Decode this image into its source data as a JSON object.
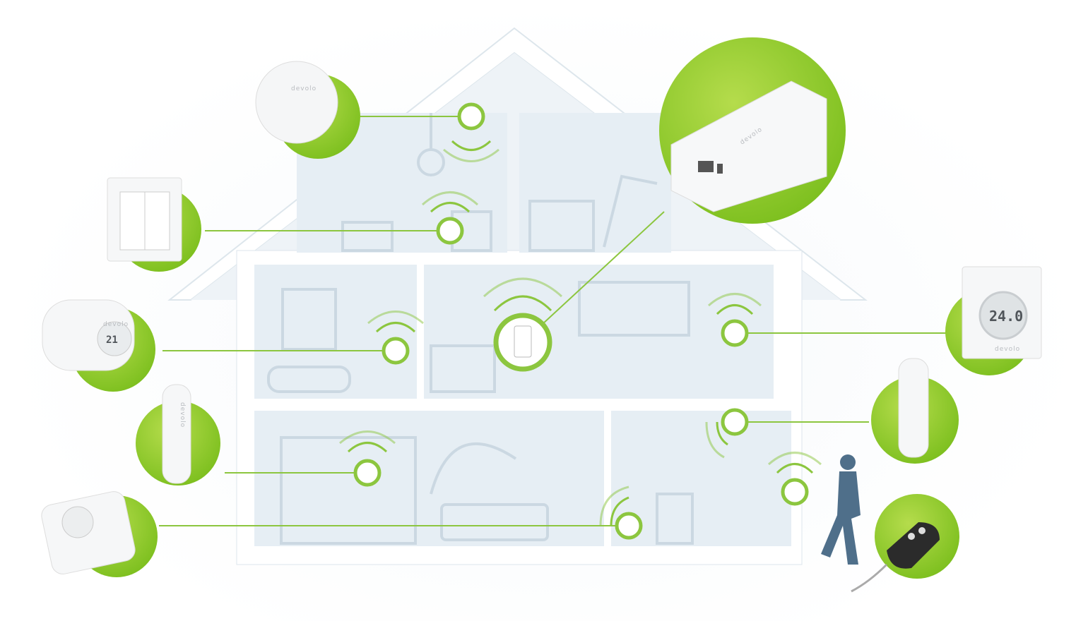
{
  "colors": {
    "accent": "#8cc63f",
    "accent_dark": "#6fa82a",
    "house_wall": "#ffffff",
    "house_fill": "#e4edf3",
    "furniture": "#cfdbe4"
  },
  "devices": [
    {
      "id": "smoke-detector",
      "icon": "smoke-detector-icon",
      "brand": "devolo"
    },
    {
      "id": "wall-switch",
      "icon": "wall-switch-icon"
    },
    {
      "id": "radiator-thermostat",
      "icon": "radiator-thermostat-icon",
      "brand": "devolo",
      "display": "21"
    },
    {
      "id": "door-window-contact",
      "icon": "door-sensor-icon",
      "brand": "devolo"
    },
    {
      "id": "switch-plug",
      "icon": "smart-plug-icon"
    },
    {
      "id": "home-control-central",
      "icon": "central-unit-icon",
      "brand": "devolo"
    },
    {
      "id": "room-thermostat",
      "icon": "room-thermostat-icon",
      "brand": "devolo",
      "display": "24.0"
    },
    {
      "id": "motion-detector",
      "icon": "motion-sensor-icon"
    },
    {
      "id": "key-fob",
      "icon": "key-fob-icon"
    }
  ]
}
